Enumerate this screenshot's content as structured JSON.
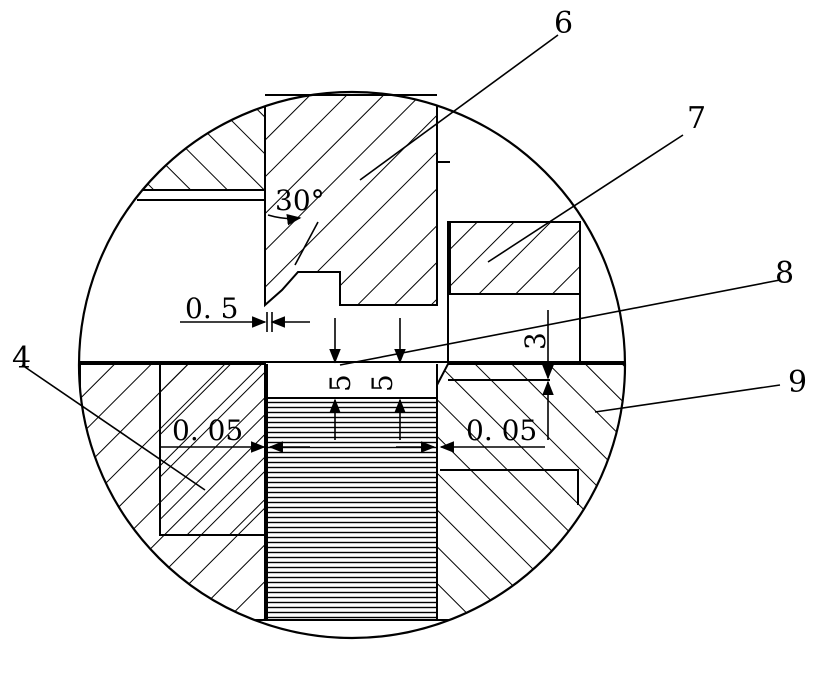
{
  "callouts": {
    "part_4": "4",
    "part_6": "6",
    "part_7": "7",
    "part_8": "8",
    "part_9": "9"
  },
  "dimensions": {
    "angle": "30°",
    "gap_left": "0. 5",
    "clear_left": "0. 05",
    "clear_right": "0. 05",
    "depth_a": "5",
    "depth_b": "5",
    "step": "3"
  }
}
